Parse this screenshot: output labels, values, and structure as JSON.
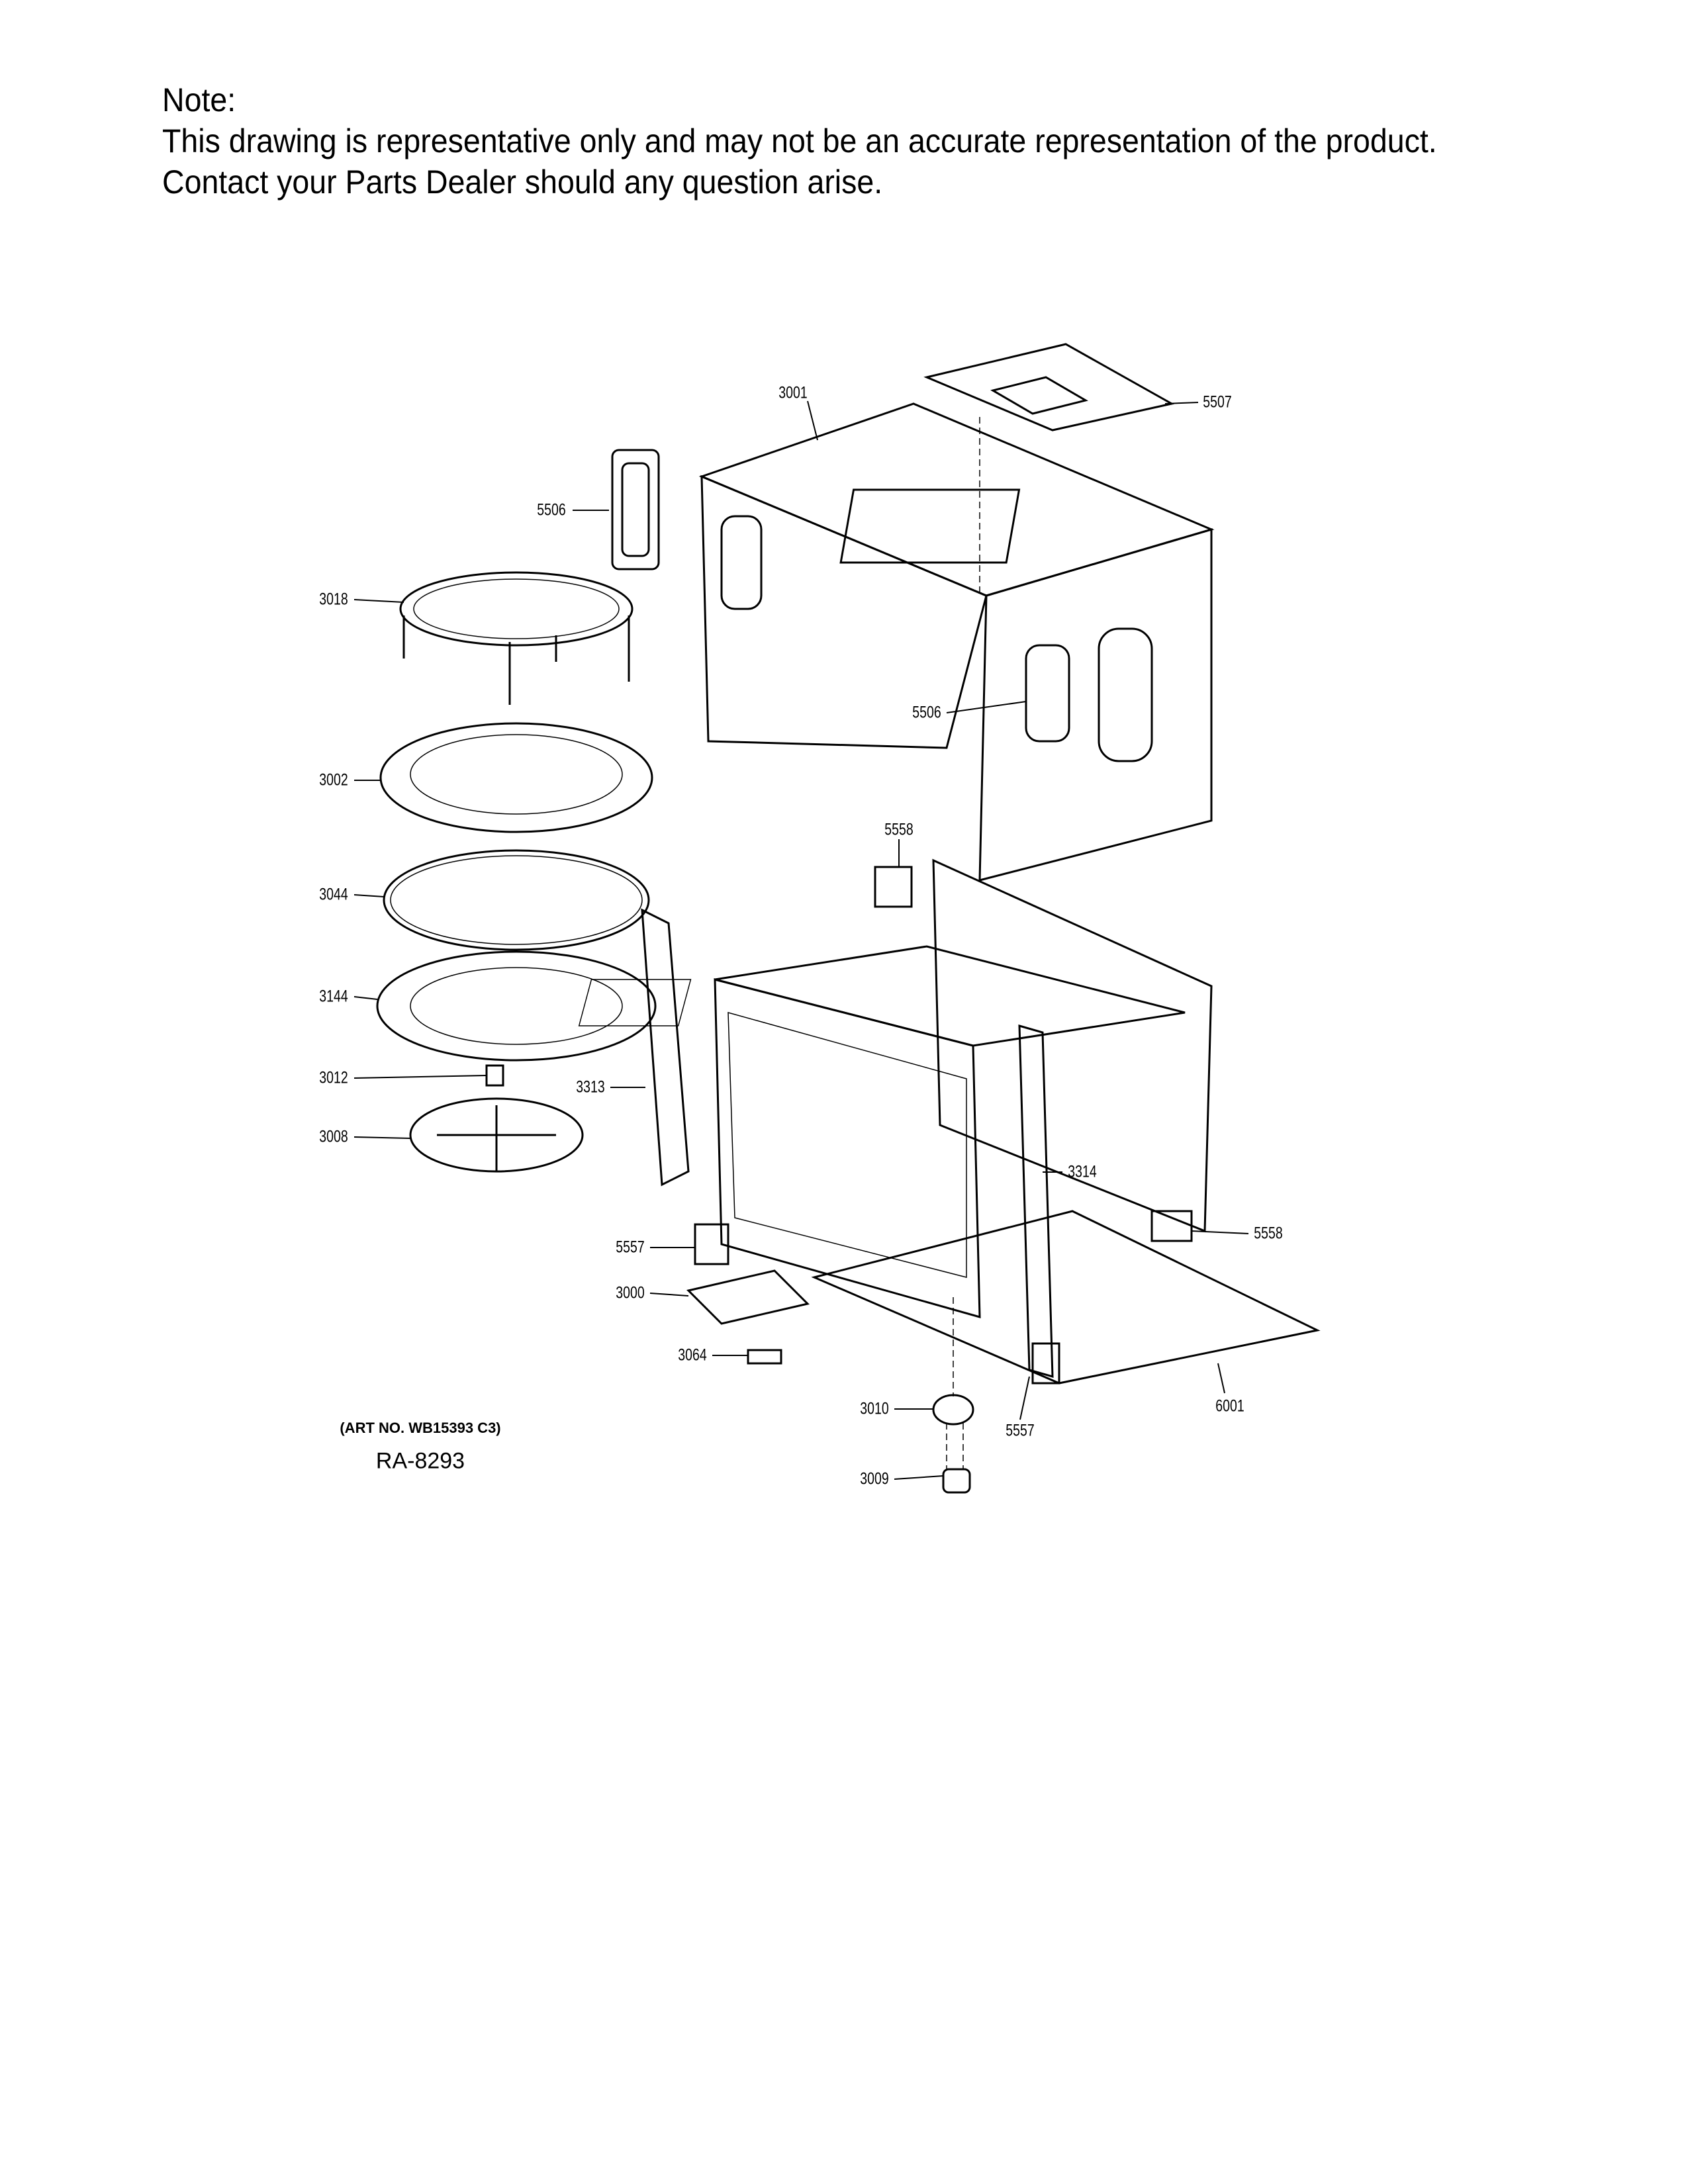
{
  "note": {
    "heading": "Note:",
    "line1": "This drawing is representative only and may not be an accurate representation of the product.",
    "line2": "Contact your Parts Dealer should any question arise."
  },
  "callouts": {
    "c3001": "3001",
    "c5507": "5507",
    "c5506a": "5506",
    "c3018": "3018",
    "c5506b": "5506",
    "c3002": "3002",
    "c5558a": "5558",
    "c3044": "3044",
    "c3144": "3144",
    "c3012": "3012",
    "c3313": "3313",
    "c3008": "3008",
    "c3314": "3314",
    "c5558b": "5558",
    "c5557a": "5557",
    "c3000": "3000",
    "c3064": "3064",
    "c3010": "3010",
    "c6001": "6001",
    "c5557b": "5557",
    "c3009": "3009"
  },
  "art_no": "(ART NO. WB15393 C3)",
  "ra_code": "RA-8293"
}
